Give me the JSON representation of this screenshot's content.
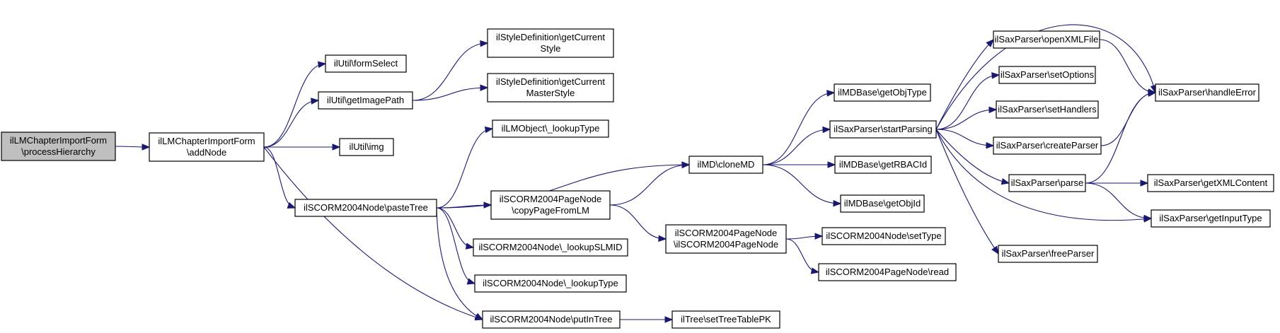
{
  "nodes": {
    "processHierarchy": {
      "lines": [
        "ilLMChapterImportForm",
        "\\processHierarchy"
      ]
    },
    "addNode": {
      "lines": [
        "ilLMChapterImportForm",
        "\\addNode"
      ]
    },
    "formSelect": {
      "lines": [
        "ilUtil\\formSelect"
      ]
    },
    "getImagePath": {
      "lines": [
        "ilUtil\\getImagePath"
      ]
    },
    "img": {
      "lines": [
        "ilUtil\\img"
      ]
    },
    "pasteTree": {
      "lines": [
        "ilSCORM2004Node\\pasteTree"
      ]
    },
    "getCurrentStyle": {
      "lines": [
        "ilStyleDefinition\\getCurrent",
        "Style"
      ]
    },
    "getCurrentMasterStyle": {
      "lines": [
        "ilStyleDefinition\\getCurrent",
        "MasterStyle"
      ]
    },
    "lookupTypeObj": {
      "lines": [
        "ilLMObject\\_lookupType"
      ]
    },
    "copyPageFromLM": {
      "lines": [
        "ilSCORM2004PageNode",
        "\\copyPageFromLM"
      ]
    },
    "lookupSLMID": {
      "lines": [
        "ilSCORM2004Node\\_lookupSLMID"
      ]
    },
    "lookupTypeNode": {
      "lines": [
        "ilSCORM2004Node\\_lookupType"
      ]
    },
    "putInTree": {
      "lines": [
        "ilSCORM2004Node\\putInTree"
      ]
    },
    "cloneMD": {
      "lines": [
        "ilMD\\cloneMD"
      ]
    },
    "pageNodeCtor": {
      "lines": [
        "ilSCORM2004PageNode",
        "\\ilSCORM2004PageNode"
      ]
    },
    "setTreeTablePK": {
      "lines": [
        "ilTree\\setTreeTablePK"
      ]
    },
    "getObjType": {
      "lines": [
        "ilMDBase\\getObjType"
      ]
    },
    "startParsing": {
      "lines": [
        "ilSaxParser\\startParsing"
      ]
    },
    "getRBACId": {
      "lines": [
        "ilMDBase\\getRBACId"
      ]
    },
    "getObjId": {
      "lines": [
        "ilMDBase\\getObjId"
      ]
    },
    "setType": {
      "lines": [
        "ilSCORM2004Node\\setType"
      ]
    },
    "read": {
      "lines": [
        "ilSCORM2004PageNode\\read"
      ]
    },
    "openXMLFile": {
      "lines": [
        "ilSaxParser\\openXMLFile"
      ]
    },
    "setOptions": {
      "lines": [
        "ilSaxParser\\setOptions"
      ]
    },
    "setHandlers": {
      "lines": [
        "ilSaxParser\\setHandlers"
      ]
    },
    "createParser": {
      "lines": [
        "ilSaxParser\\createParser"
      ]
    },
    "parse": {
      "lines": [
        "ilSaxParser\\parse"
      ]
    },
    "freeParser": {
      "lines": [
        "ilSaxParser\\freeParser"
      ]
    },
    "handleError": {
      "lines": [
        "ilSaxParser\\handleError"
      ]
    },
    "getXMLContent": {
      "lines": [
        "ilSaxParser\\getXMLContent"
      ]
    },
    "getInputType": {
      "lines": [
        "ilSaxParser\\getInputType"
      ]
    }
  },
  "edges": [
    [
      "processHierarchy",
      "addNode"
    ],
    [
      "addNode",
      "formSelect"
    ],
    [
      "addNode",
      "getImagePath"
    ],
    [
      "addNode",
      "img"
    ],
    [
      "addNode",
      "pasteTree"
    ],
    [
      "addNode",
      "putInTree"
    ],
    [
      "getImagePath",
      "getCurrentStyle"
    ],
    [
      "getImagePath",
      "getCurrentMasterStyle"
    ],
    [
      "pasteTree",
      "lookupTypeObj"
    ],
    [
      "pasteTree",
      "cloneMD"
    ],
    [
      "pasteTree",
      "copyPageFromLM"
    ],
    [
      "pasteTree",
      "lookupSLMID"
    ],
    [
      "pasteTree",
      "lookupTypeNode"
    ],
    [
      "pasteTree",
      "putInTree"
    ],
    [
      "copyPageFromLM",
      "cloneMD"
    ],
    [
      "copyPageFromLM",
      "pageNodeCtor"
    ],
    [
      "putInTree",
      "setTreeTablePK"
    ],
    [
      "cloneMD",
      "getObjType"
    ],
    [
      "cloneMD",
      "startParsing"
    ],
    [
      "cloneMD",
      "getRBACId"
    ],
    [
      "cloneMD",
      "getObjId"
    ],
    [
      "pageNodeCtor",
      "setType"
    ],
    [
      "pageNodeCtor",
      "read"
    ],
    [
      "startParsing",
      "openXMLFile"
    ],
    [
      "startParsing",
      "setOptions"
    ],
    [
      "startParsing",
      "setHandlers"
    ],
    [
      "startParsing",
      "createParser"
    ],
    [
      "startParsing",
      "parse"
    ],
    [
      "startParsing",
      "freeParser"
    ],
    [
      "startParsing",
      "handleError"
    ],
    [
      "startParsing",
      "getInputType"
    ],
    [
      "openXMLFile",
      "handleError"
    ],
    [
      "createParser",
      "handleError"
    ],
    [
      "parse",
      "handleError"
    ],
    [
      "parse",
      "getXMLContent"
    ],
    [
      "parse",
      "getInputType"
    ]
  ],
  "colors": {
    "edge": "#191970",
    "root_fill": "#bfbfbf",
    "node_fill": "#ffffff",
    "node_border": "#000000"
  }
}
